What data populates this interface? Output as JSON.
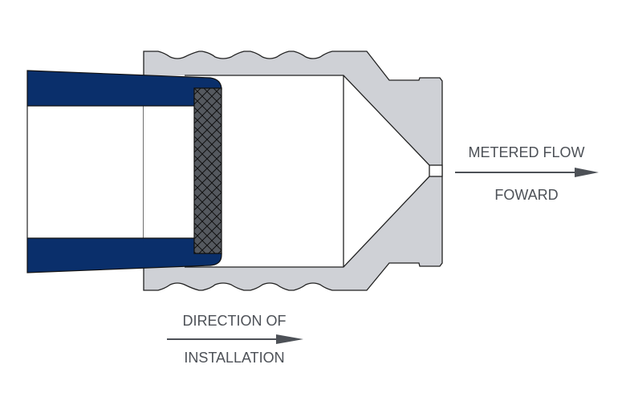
{
  "labels": {
    "flow_top": "METERED FLOW",
    "flow_bottom": "FOWARD",
    "install_top": "DIRECTION OF",
    "install_bottom": "INSTALLATION"
  },
  "colors": {
    "fitting": "#cfd1d6",
    "pipe": "#0a2f6b",
    "screen": "#55595f",
    "outline": "#222222",
    "arrow": "#4d5157"
  }
}
